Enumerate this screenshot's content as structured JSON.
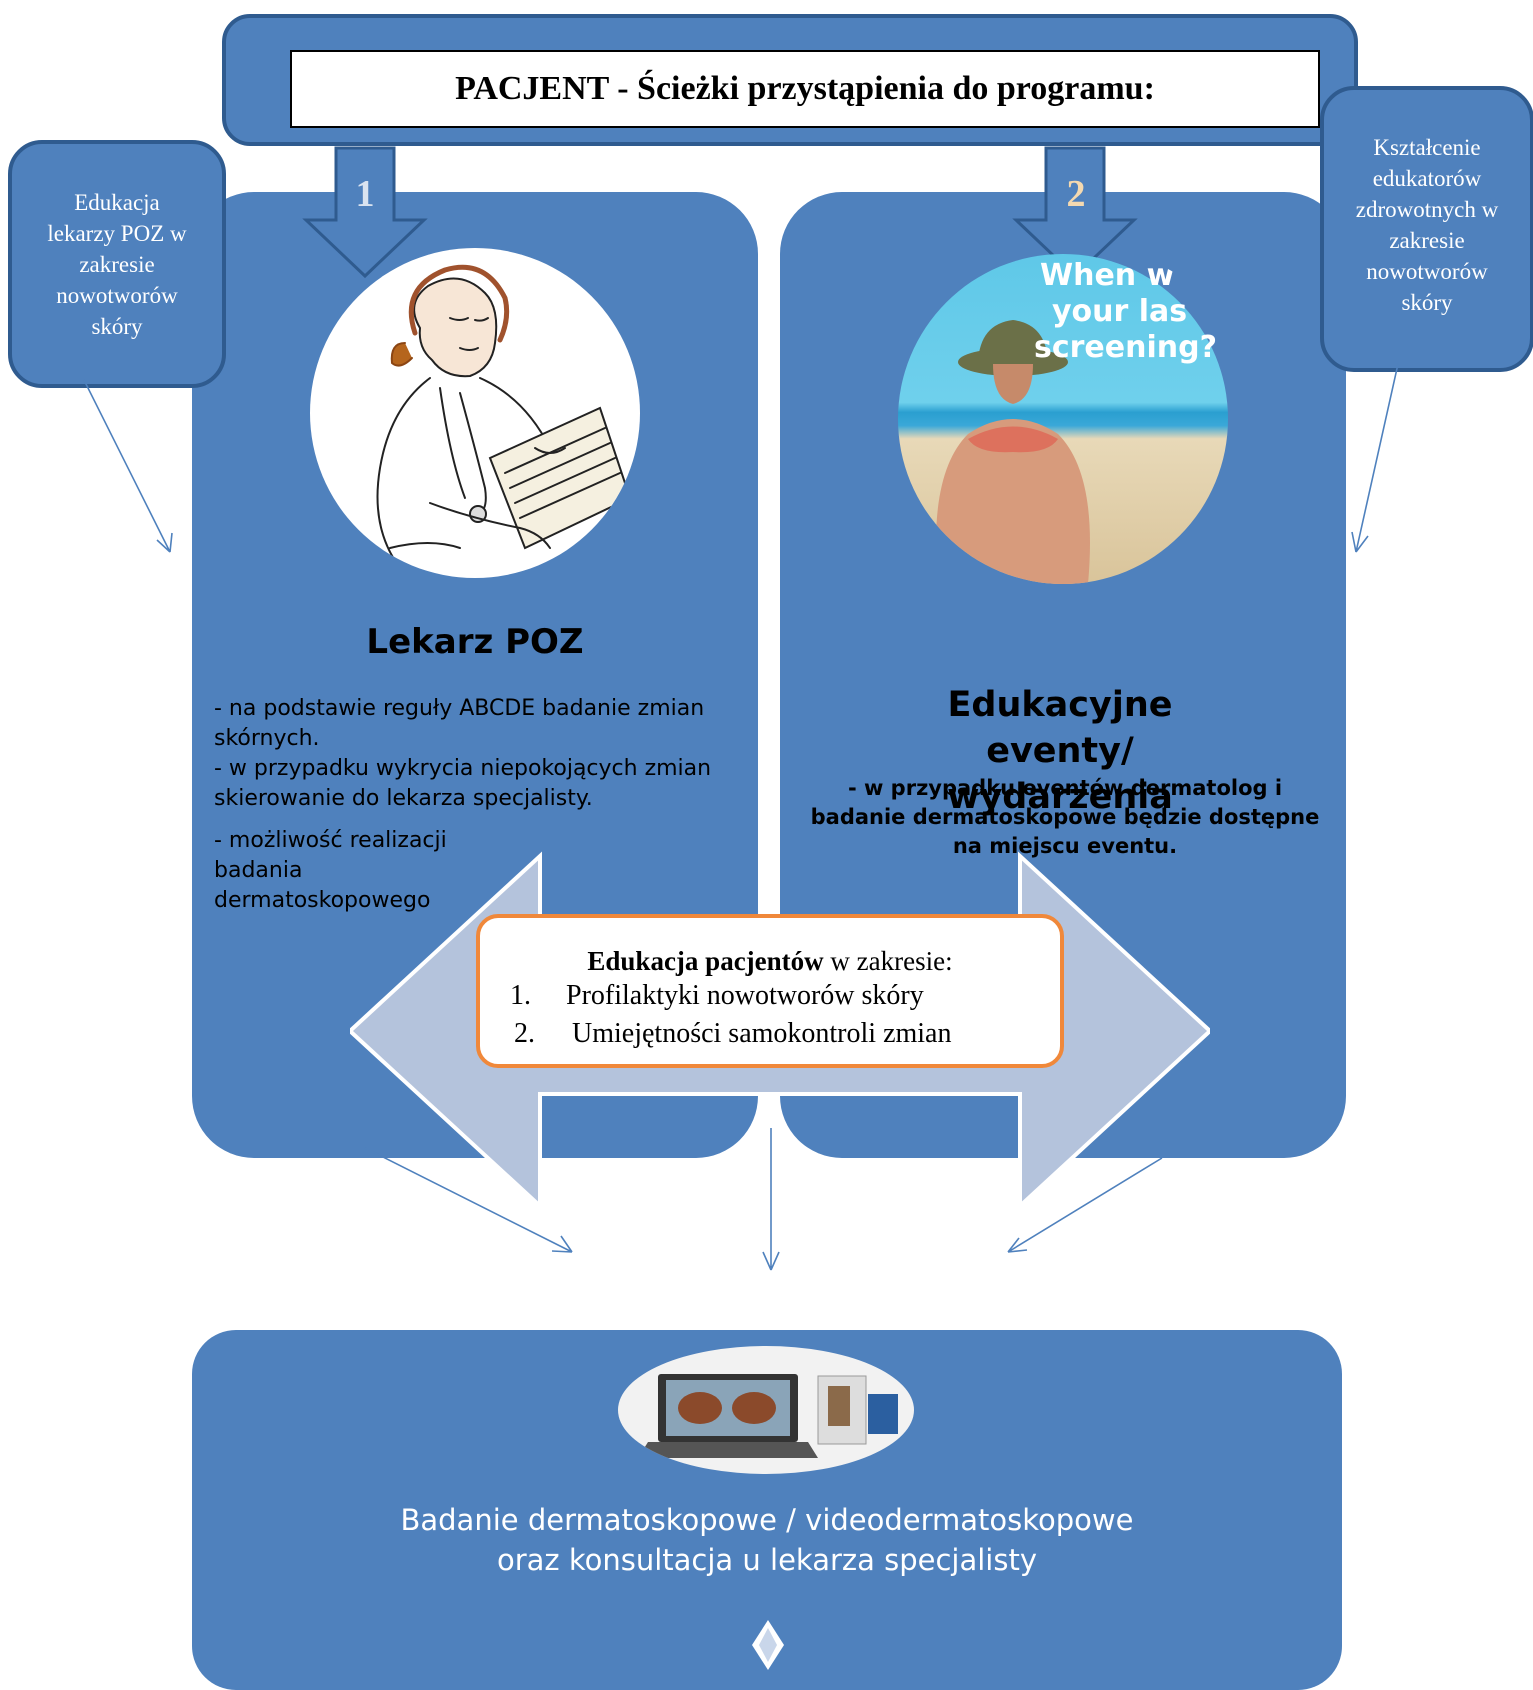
{
  "header": {
    "title": "PACJENT - Ścieżki przystąpienia do programu:"
  },
  "left_side_box": {
    "text": "Edukacja lekarzy POZ w zakresie nowotworów skóry"
  },
  "right_side_box": {
    "text": "Kształcenie edukatorów zdrowotnych w zakresie nowotworów skóry"
  },
  "paths": [
    {
      "number": "1"
    },
    {
      "number": "2"
    }
  ],
  "left_panel": {
    "title": "Lekarz POZ",
    "bullets": [
      "- na podstawie reguły ABCDE badanie zmian skórnych.",
      "- w przypadku wykrycia niepokojących zmian skierowanie do lekarza specjalisty.",
      "- możliwość realizacji badania dermatoskopowego"
    ]
  },
  "right_panel": {
    "title": "Edukacyjne eventy/ wydarzenia",
    "note": "- w przypadku eventów dermatolog i badanie dermatoskopowe będzie dostępne na miejscu eventu."
  },
  "photo_overlay": {
    "line1": "When w",
    "line2": "your las",
    "line3": "screening?"
  },
  "education_box": {
    "title_bold": "Edukacja pacjentów",
    "title_rest": " w zakresie:",
    "items": [
      {
        "num": "1.",
        "text": "Profilaktyki nowotworów skóry"
      },
      {
        "num": "2.",
        "text": "Umiejętności samokontroli zmian"
      }
    ]
  },
  "bottom_panel": {
    "line1": "Badanie dermatoskopowe / videodermatoskopowe",
    "line2": "oraz konsultacja u lekarza specjalisty"
  },
  "colors": {
    "panel_blue": "#4f81bd",
    "dark_blue": "#2f5b8f",
    "light_arrow": "#b4c3dc",
    "orange_border": "#f0883a"
  }
}
